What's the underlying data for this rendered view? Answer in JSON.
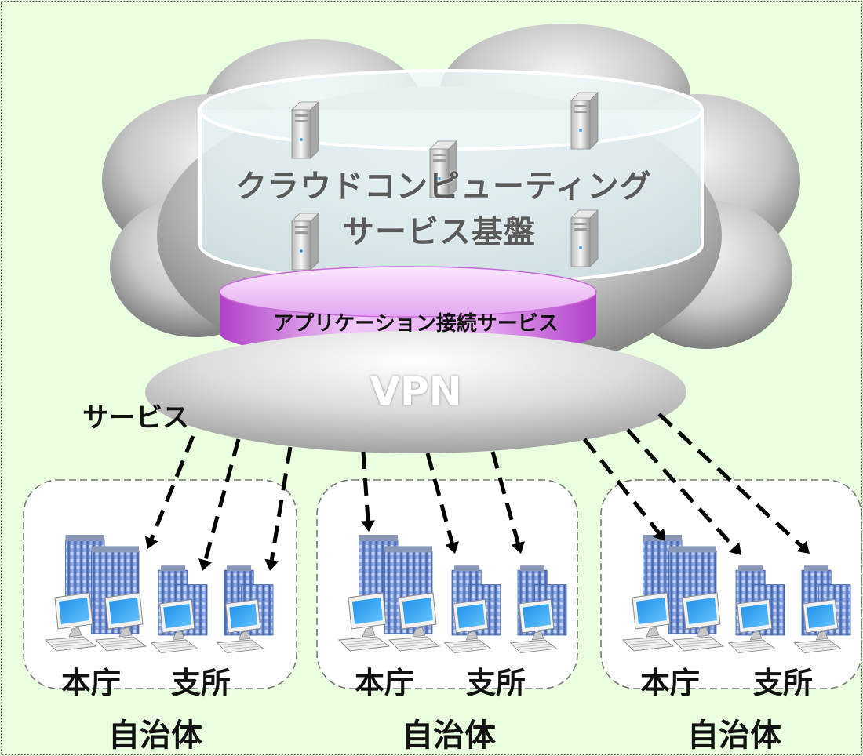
{
  "cloud": {
    "title_line1": "クラウドコンピューティング",
    "title_line2": "サービス基盤",
    "app_service": "アプリケーション接続サービス"
  },
  "network": {
    "vpn_label": "VPN",
    "service_label": "サービス"
  },
  "groups": [
    {
      "main": "本庁",
      "branch": "支所",
      "name": "自治体"
    },
    {
      "main": "本庁",
      "branch": "支所",
      "name": "自治体"
    },
    {
      "main": "本庁",
      "branch": "支所",
      "name": "自治体"
    }
  ],
  "colors": {
    "background": "#eaffe0",
    "cloud": "#8c8c8c",
    "app_ring": "#cc55dd",
    "building": "#6d8fd8",
    "monitor": "#2a90e0"
  }
}
